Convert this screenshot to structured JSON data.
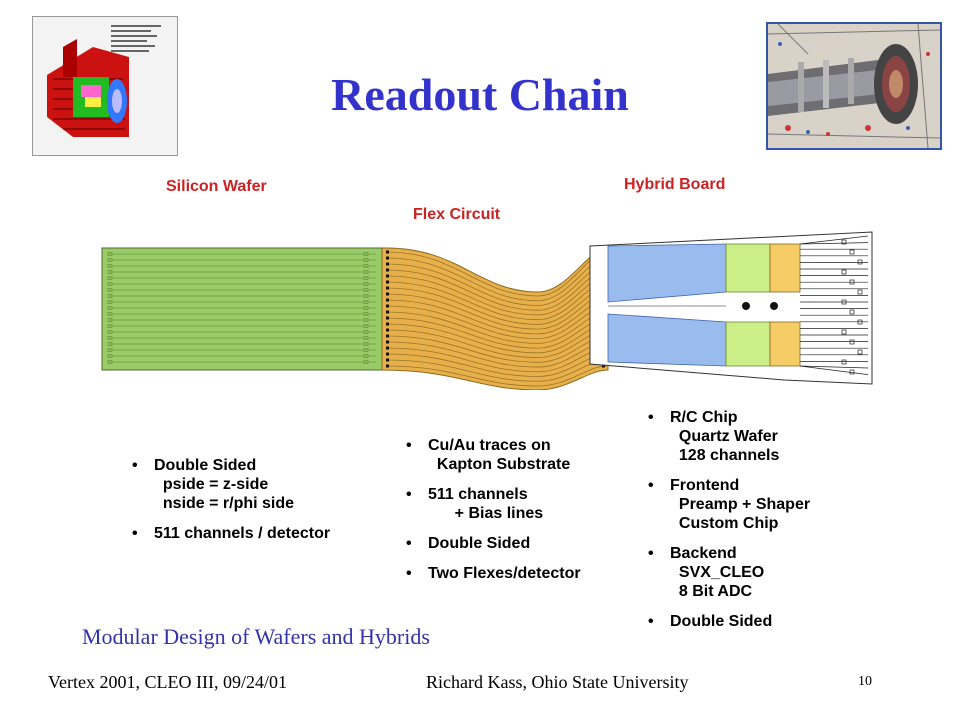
{
  "slide": {
    "title": "Readout Chain",
    "subtitle": "Modular Design of Wafers and Hybrids",
    "page_number": "10"
  },
  "labels": {
    "silicon_wafer": "Silicon Wafer",
    "flex_circuit": "Flex Circuit",
    "hybrid_board": "Hybrid Board"
  },
  "bullets": {
    "wafer": [
      "Double Sided\n  pside = z-side\n  nside = r/phi side",
      "511 channels / detector"
    ],
    "flex": [
      "Cu/Au traces on\n  Kapton Substrate",
      "511 channels\n      + Bias lines",
      "Double Sided",
      "Two Flexes/detector"
    ],
    "hybrid": [
      "R/C Chip\n  Quartz Wafer\n  128 channels",
      "Frontend\n  Preamp + Shaper\n  Custom Chip",
      "Backend\n  SVX_CLEO\n  8 Bit ADC",
      "Double Sided"
    ]
  },
  "footer": {
    "left": "Vertex 2001, CLEO III,  09/24/01",
    "center": "Richard Kass, Ohio State University"
  },
  "colors": {
    "title": "#3333cc",
    "label_red": "#cc2222",
    "wafer_green": "#99cc66",
    "flex_gold": "#e8b04a",
    "chip_blue": "#99bbee",
    "chip_green": "#ccee88",
    "chip_yellow": "#f5cc66"
  }
}
